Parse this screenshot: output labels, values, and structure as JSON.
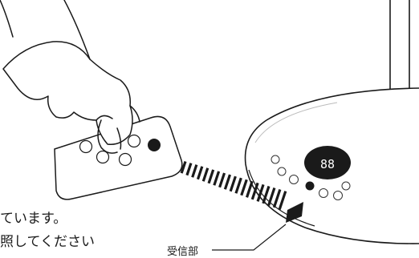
{
  "illustration": {
    "receiver_label": "受信部",
    "panel_display": "88",
    "colors": {
      "line": "#1a1a1a",
      "background": "#ffffff"
    }
  },
  "captions": {
    "line1": "ています。",
    "line2": "照してください"
  }
}
